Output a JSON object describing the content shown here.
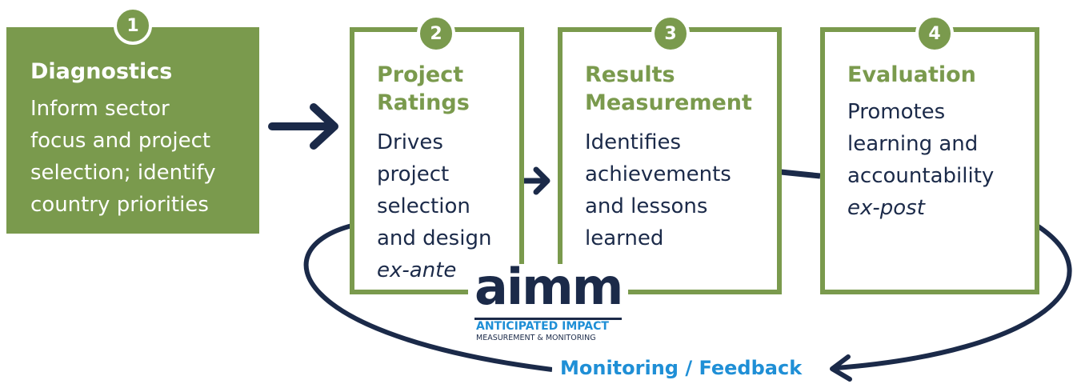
{
  "steps": [
    {
      "number": "1",
      "title": "Diagnostics",
      "desc": [
        "Inform sector",
        "focus and project",
        "selection; identify",
        "country priorities"
      ]
    },
    {
      "number": "2",
      "title": [
        "Project",
        "Ratings"
      ],
      "desc": [
        "Drives",
        "project",
        "selection",
        "and design"
      ],
      "desc_italic": "ex-ante"
    },
    {
      "number": "3",
      "title": [
        "Results",
        "Measurement"
      ],
      "desc": [
        "Identifies",
        "achievements",
        "and lessons",
        "learned"
      ]
    },
    {
      "number": "4",
      "title": "Evaluation",
      "desc": [
        "Promotes",
        "learning and",
        "accountability"
      ],
      "desc_italic": "ex-post"
    }
  ],
  "logo": {
    "word": "aimm",
    "line1": "ANTICIPATED IMPACT",
    "line2": "MEASUREMENT & MONITORING"
  },
  "loop_label": "Monitoring / Feedback",
  "colors": {
    "green": "#7a9a4d",
    "navy": "#1b2a49",
    "blue": "#1f8fd6"
  }
}
